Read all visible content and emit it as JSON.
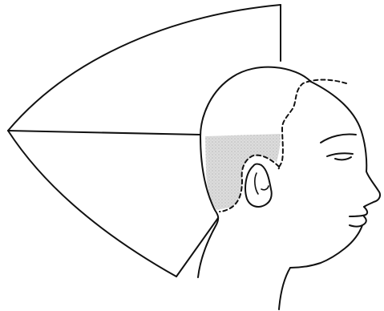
{
  "colors": {
    "background": "#ffffff",
    "line": "#111111",
    "shading": "#d6d6d6",
    "shading_dots": "#a8a8a8"
  },
  "elements": {
    "sector": "haircut-guide-sector",
    "head": "head-profile",
    "nape_shading": "shaded-nape-area",
    "dashed_guides": "dashed-guide-lines"
  }
}
